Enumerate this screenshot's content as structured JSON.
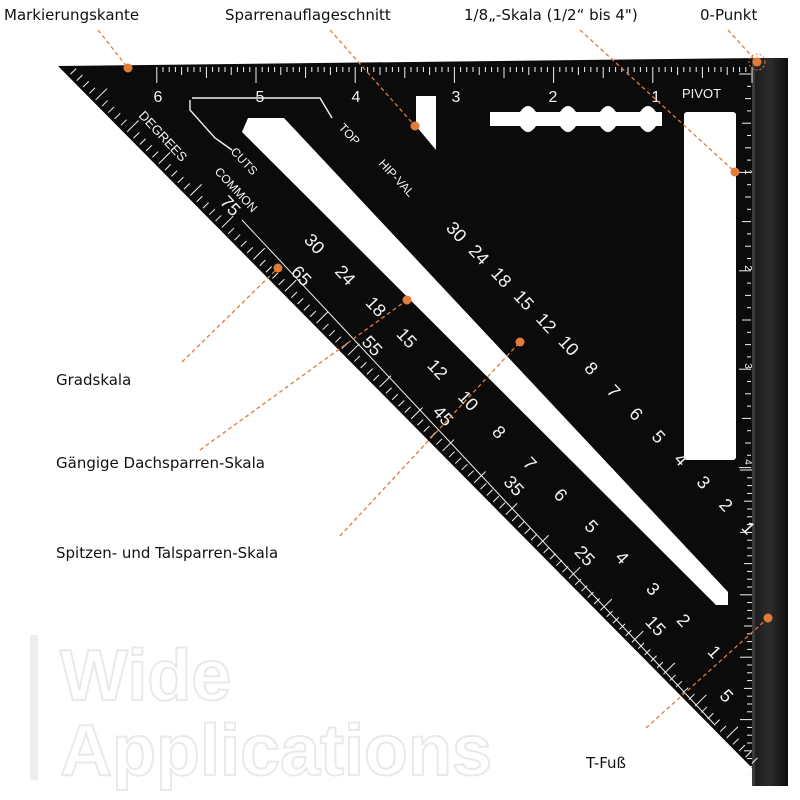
{
  "labels": {
    "marking_edge": "Markierungskante",
    "rafter_seat_cut": "Sparrenauflageschnitt",
    "eighth_scale": "1/8„-Skala (1/2“ bis 4\")",
    "zero_point": "0-Punkt",
    "degree_scale": "Gradskala",
    "common_rafter_scale": "Gängige Dachsparren-Skala",
    "hip_valley_scale": "Spitzen- und Talsparren-Skala",
    "t_foot": "T-Fuß"
  },
  "watermark": {
    "line1": "Wide",
    "line2": "Applications"
  },
  "square": {
    "pivot": "PIVOT",
    "degrees": "DEGREES",
    "cuts": "CUTS",
    "common": "COMMON",
    "top": "TOP",
    "hip_val": "HIP-VAL",
    "top_inches": [
      "6",
      "5",
      "4",
      "3",
      "2",
      "1"
    ],
    "side_inches": [
      "1",
      "2",
      "3",
      "4"
    ],
    "hip_numbers": [
      "30",
      "24",
      "18",
      "15",
      "12",
      "10",
      "8",
      "7",
      "6",
      "5",
      "4",
      "3",
      "2",
      "1"
    ],
    "common_numbers": [
      "30",
      "24",
      "18",
      "15",
      "12",
      "10",
      "8",
      "7",
      "6",
      "5",
      "4",
      "3",
      "2",
      "1"
    ],
    "degree_numbers": [
      "75",
      "65",
      "55",
      "45",
      "35",
      "25",
      "15",
      "5"
    ]
  },
  "colors": {
    "accent": "#e07b39",
    "body": "#0b0b0b",
    "print": "#f2f2f2"
  }
}
